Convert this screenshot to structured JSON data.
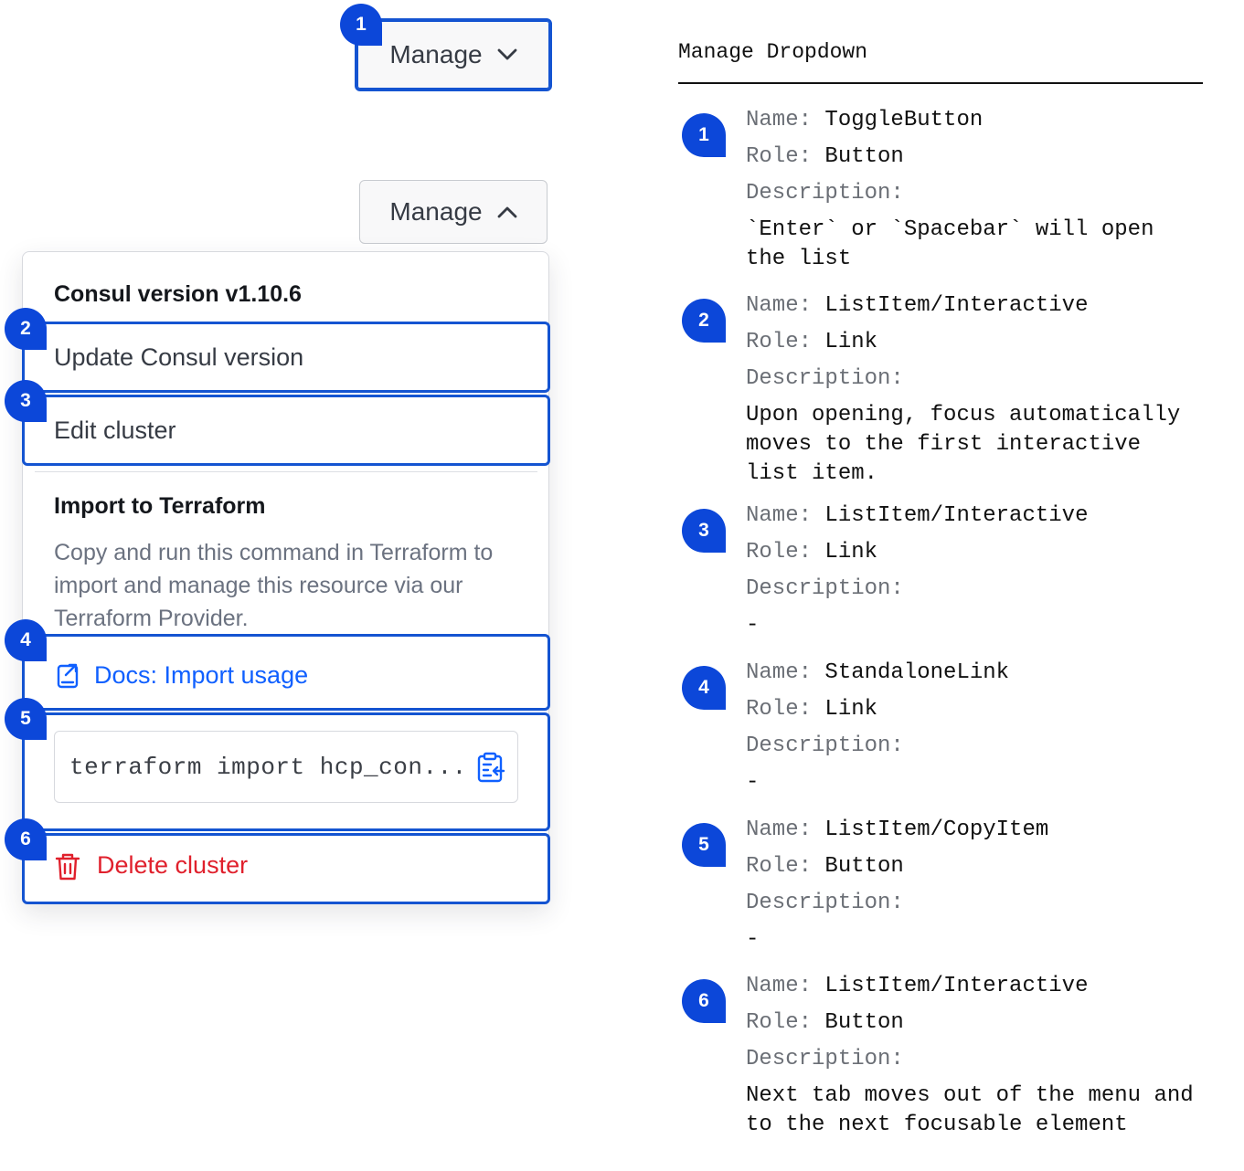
{
  "toggle_closed": {
    "label": "Manage",
    "icon": "chevron-down-icon"
  },
  "toggle_open": {
    "label": "Manage",
    "icon": "chevron-up-icon"
  },
  "menu": {
    "version_title": "Consul version v1.10.6",
    "update_label": "Update Consul version",
    "edit_label": "Edit cluster",
    "import_title": "Import to Terraform",
    "import_description": "Copy and run this command in Terraform to import and manage this resource via our Terraform Provider.",
    "docs_link_label": "Docs: Import usage",
    "copy_command": "terraform import hcp_con...",
    "delete_label": "Delete cluster"
  },
  "badges": [
    "1",
    "2",
    "3",
    "4",
    "5",
    "6"
  ],
  "doc": {
    "heading": "Manage Dropdown",
    "name_key": "Name:",
    "role_key": "Role:",
    "desc_key": "Description:",
    "entries": [
      {
        "num": "1",
        "name": "ToggleButton",
        "role": "Button",
        "description": "`Enter` or `Spacebar` will open\nthe list"
      },
      {
        "num": "2",
        "name": "ListItem/Interactive",
        "role": "Link",
        "description": "Upon opening, focus automatically\nmoves to the first interactive\nlist item."
      },
      {
        "num": "3",
        "name": "ListItem/Interactive",
        "role": "Link",
        "description": "-"
      },
      {
        "num": "4",
        "name": "StandaloneLink",
        "role": "Link",
        "description": "-"
      },
      {
        "num": "5",
        "name": "ListItem/CopyItem",
        "role": "Button",
        "description": "-"
      },
      {
        "num": "6",
        "name": "ListItem/Interactive",
        "role": "Button",
        "description": "Next tab moves out of the menu and\nto the next focusable element"
      }
    ]
  },
  "colors": {
    "focus": "#1454d1",
    "badge": "#0c47d9",
    "link": "#1060ff",
    "danger": "#e0202c"
  }
}
